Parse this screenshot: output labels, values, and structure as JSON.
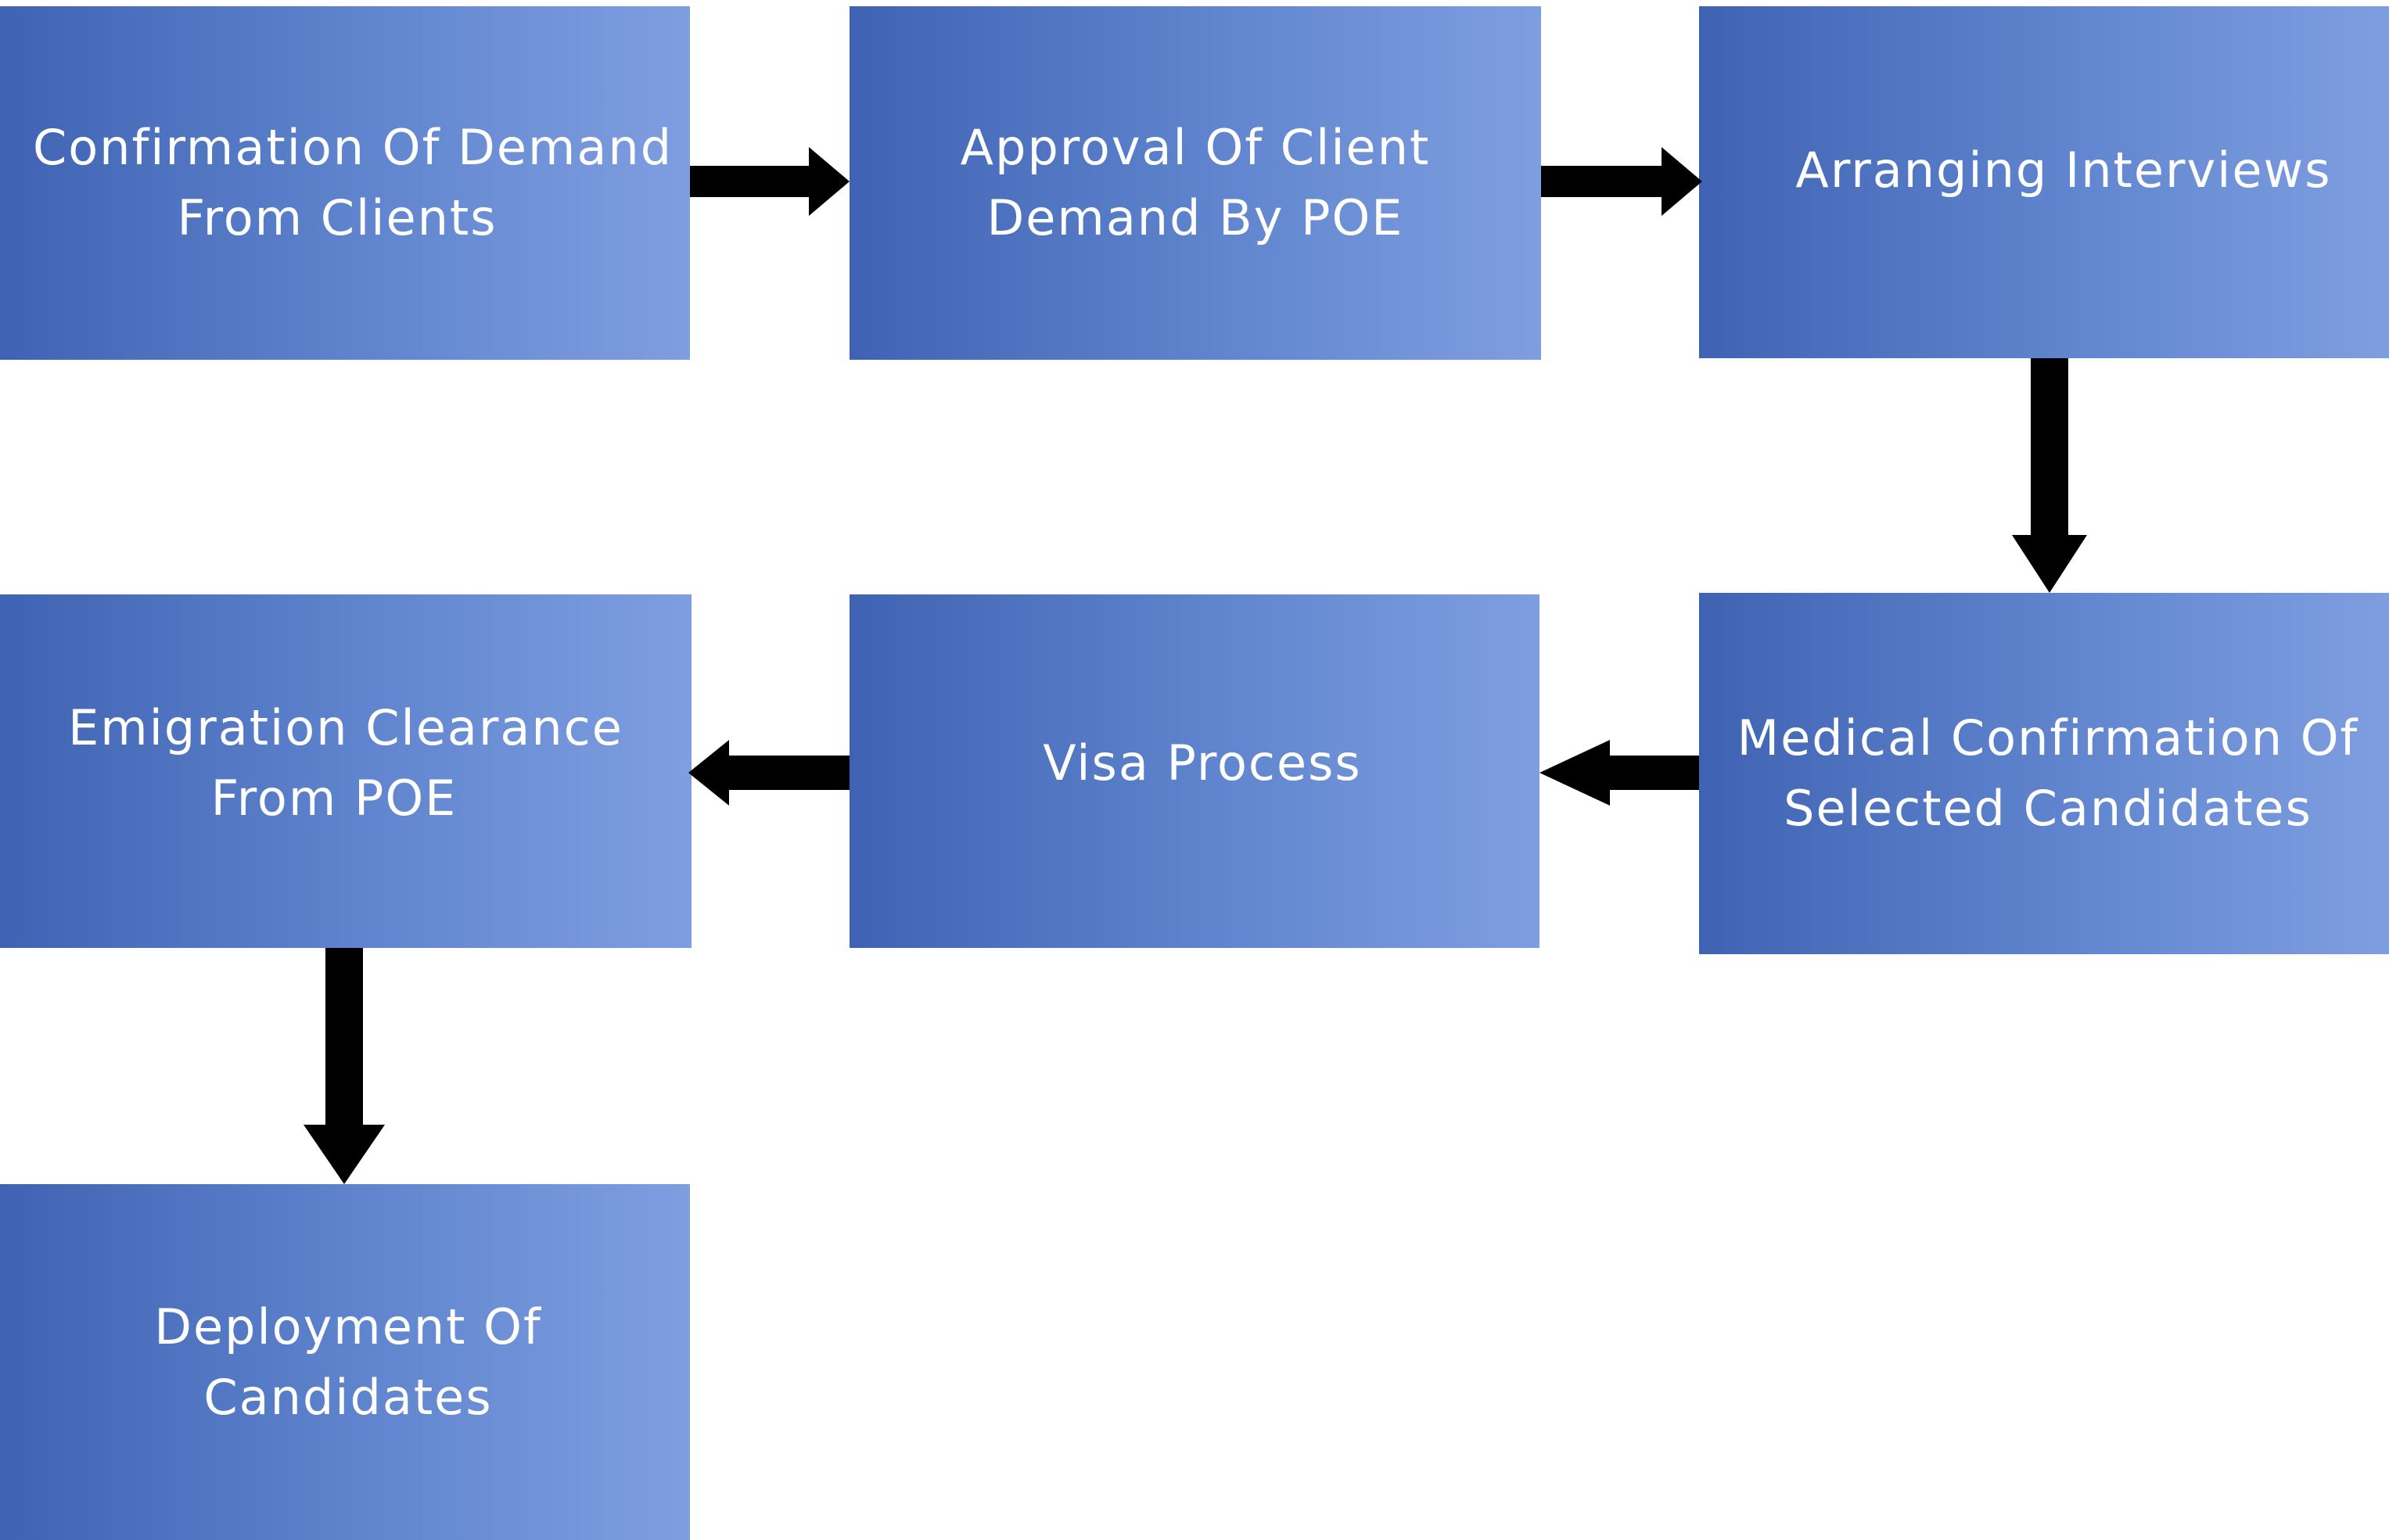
{
  "steps": [
    {
      "id": "confirmation",
      "lines": [
        "Confirmation Of Demand",
        "From Clients"
      ]
    },
    {
      "id": "approval",
      "lines": [
        "Approval Of Client",
        "Demand By POE"
      ]
    },
    {
      "id": "interviews",
      "lines": [
        "Arranging Interviews"
      ]
    },
    {
      "id": "medical",
      "lines": [
        "Medical Confirmation Of",
        "Selected Candidates"
      ]
    },
    {
      "id": "visa",
      "lines": [
        "Visa Process"
      ]
    },
    {
      "id": "emigration",
      "lines": [
        "Emigration Clearance",
        "From POE"
      ]
    },
    {
      "id": "deployment",
      "lines": [
        "Deployment Of",
        "Candidates"
      ]
    }
  ],
  "flow": [
    [
      "confirmation",
      "approval"
    ],
    [
      "approval",
      "interviews"
    ],
    [
      "interviews",
      "medical"
    ],
    [
      "medical",
      "visa"
    ],
    [
      "visa",
      "emigration"
    ],
    [
      "emigration",
      "deployment"
    ]
  ],
  "colors": {
    "box_left": "#3f63b2",
    "box_right": "#7f9ee0",
    "text": "#ffffff",
    "arrow": "#000000"
  }
}
